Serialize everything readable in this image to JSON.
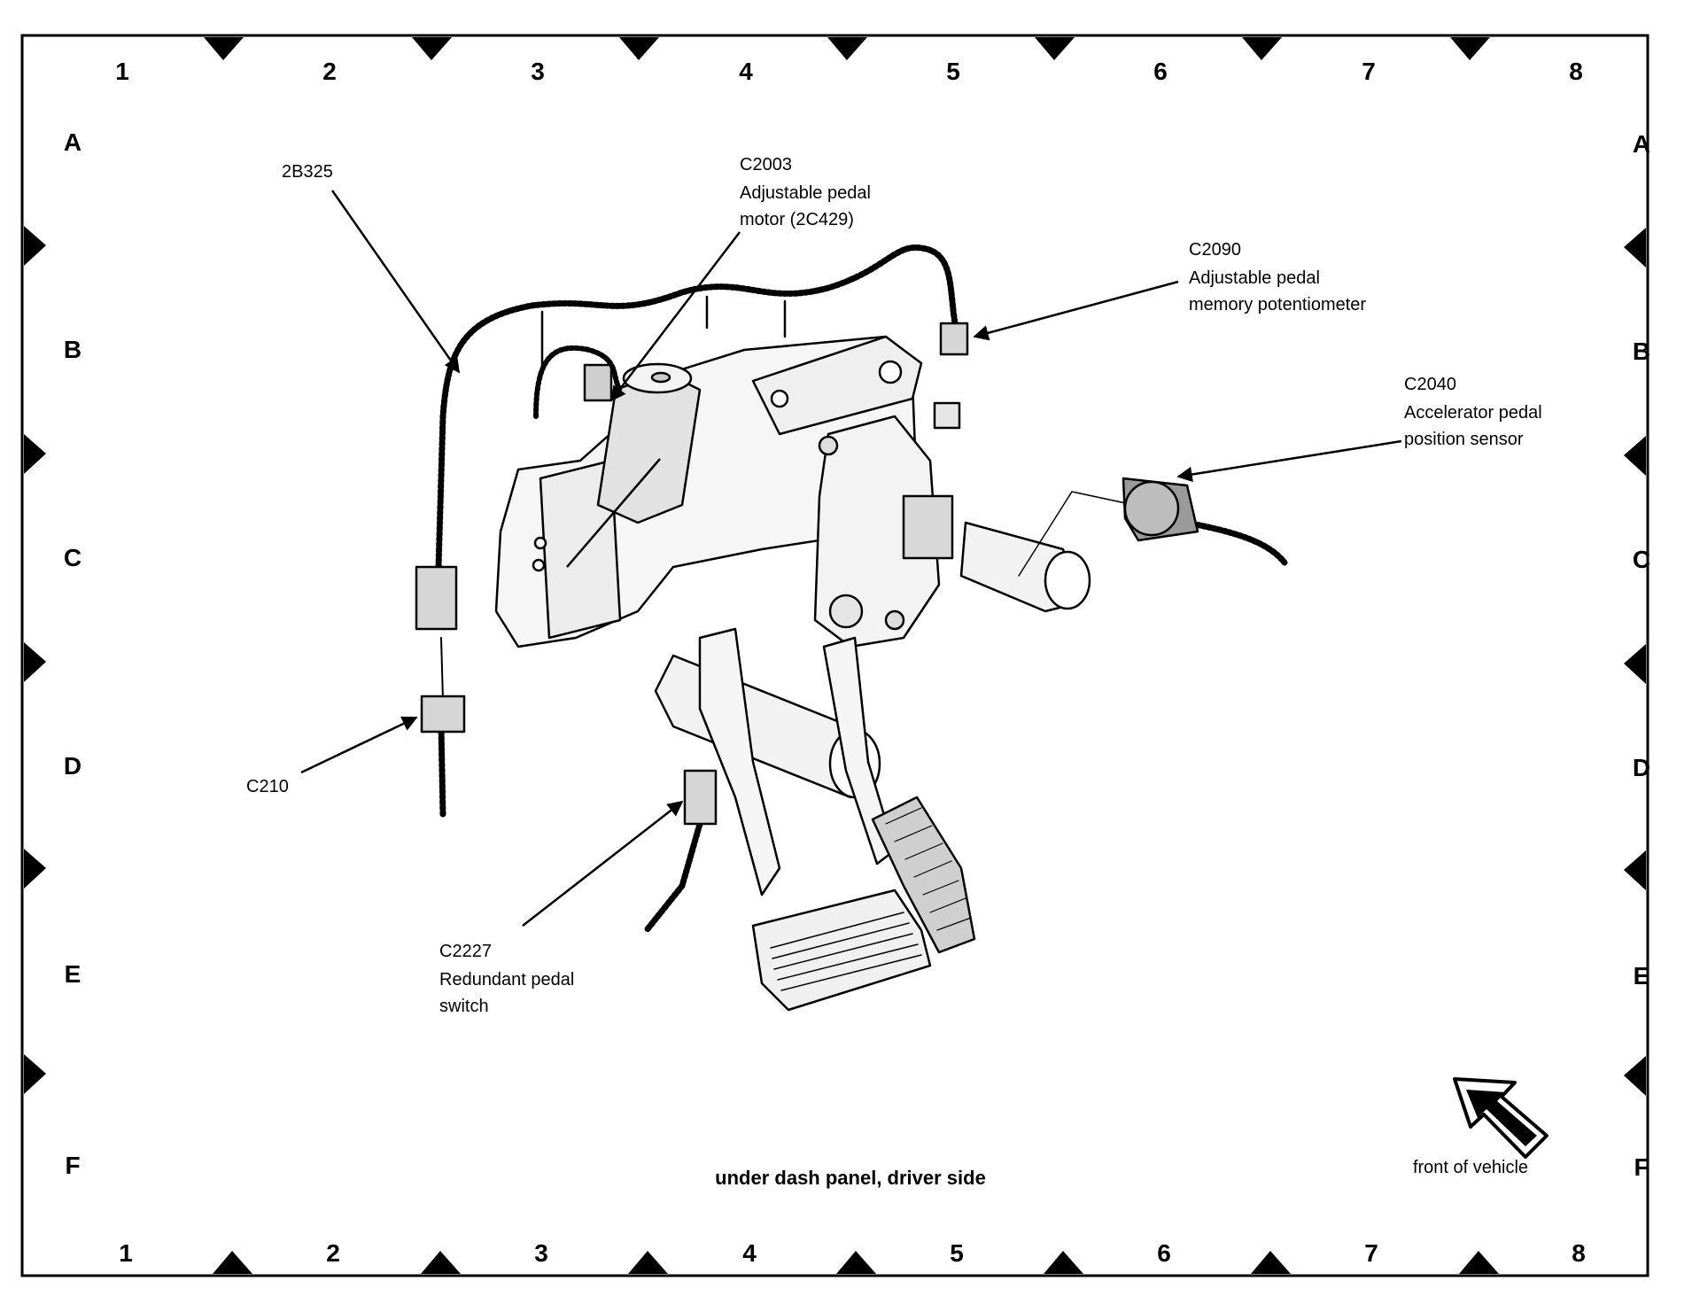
{
  "grid": {
    "columns": [
      "1",
      "2",
      "3",
      "4",
      "5",
      "6",
      "7",
      "8"
    ],
    "rows": [
      "A",
      "B",
      "C",
      "D",
      "E",
      "F"
    ]
  },
  "callouts": {
    "harness": {
      "id": "2B325"
    },
    "motor": {
      "id": "C2003",
      "line1": "Adjustable pedal",
      "line2": "motor (2C429)"
    },
    "memory": {
      "id": "C2090",
      "line1": "Adjustable pedal",
      "line2": "memory potentiometer"
    },
    "app_sensor": {
      "id": "C2040",
      "line1": "Accelerator pedal",
      "line2": "position sensor"
    },
    "c210": {
      "id": "C210"
    },
    "redundant": {
      "id": "C2227",
      "line1": "Redundant pedal",
      "line2": "switch"
    }
  },
  "caption": "under dash panel, driver side",
  "front_label": "front of vehicle"
}
